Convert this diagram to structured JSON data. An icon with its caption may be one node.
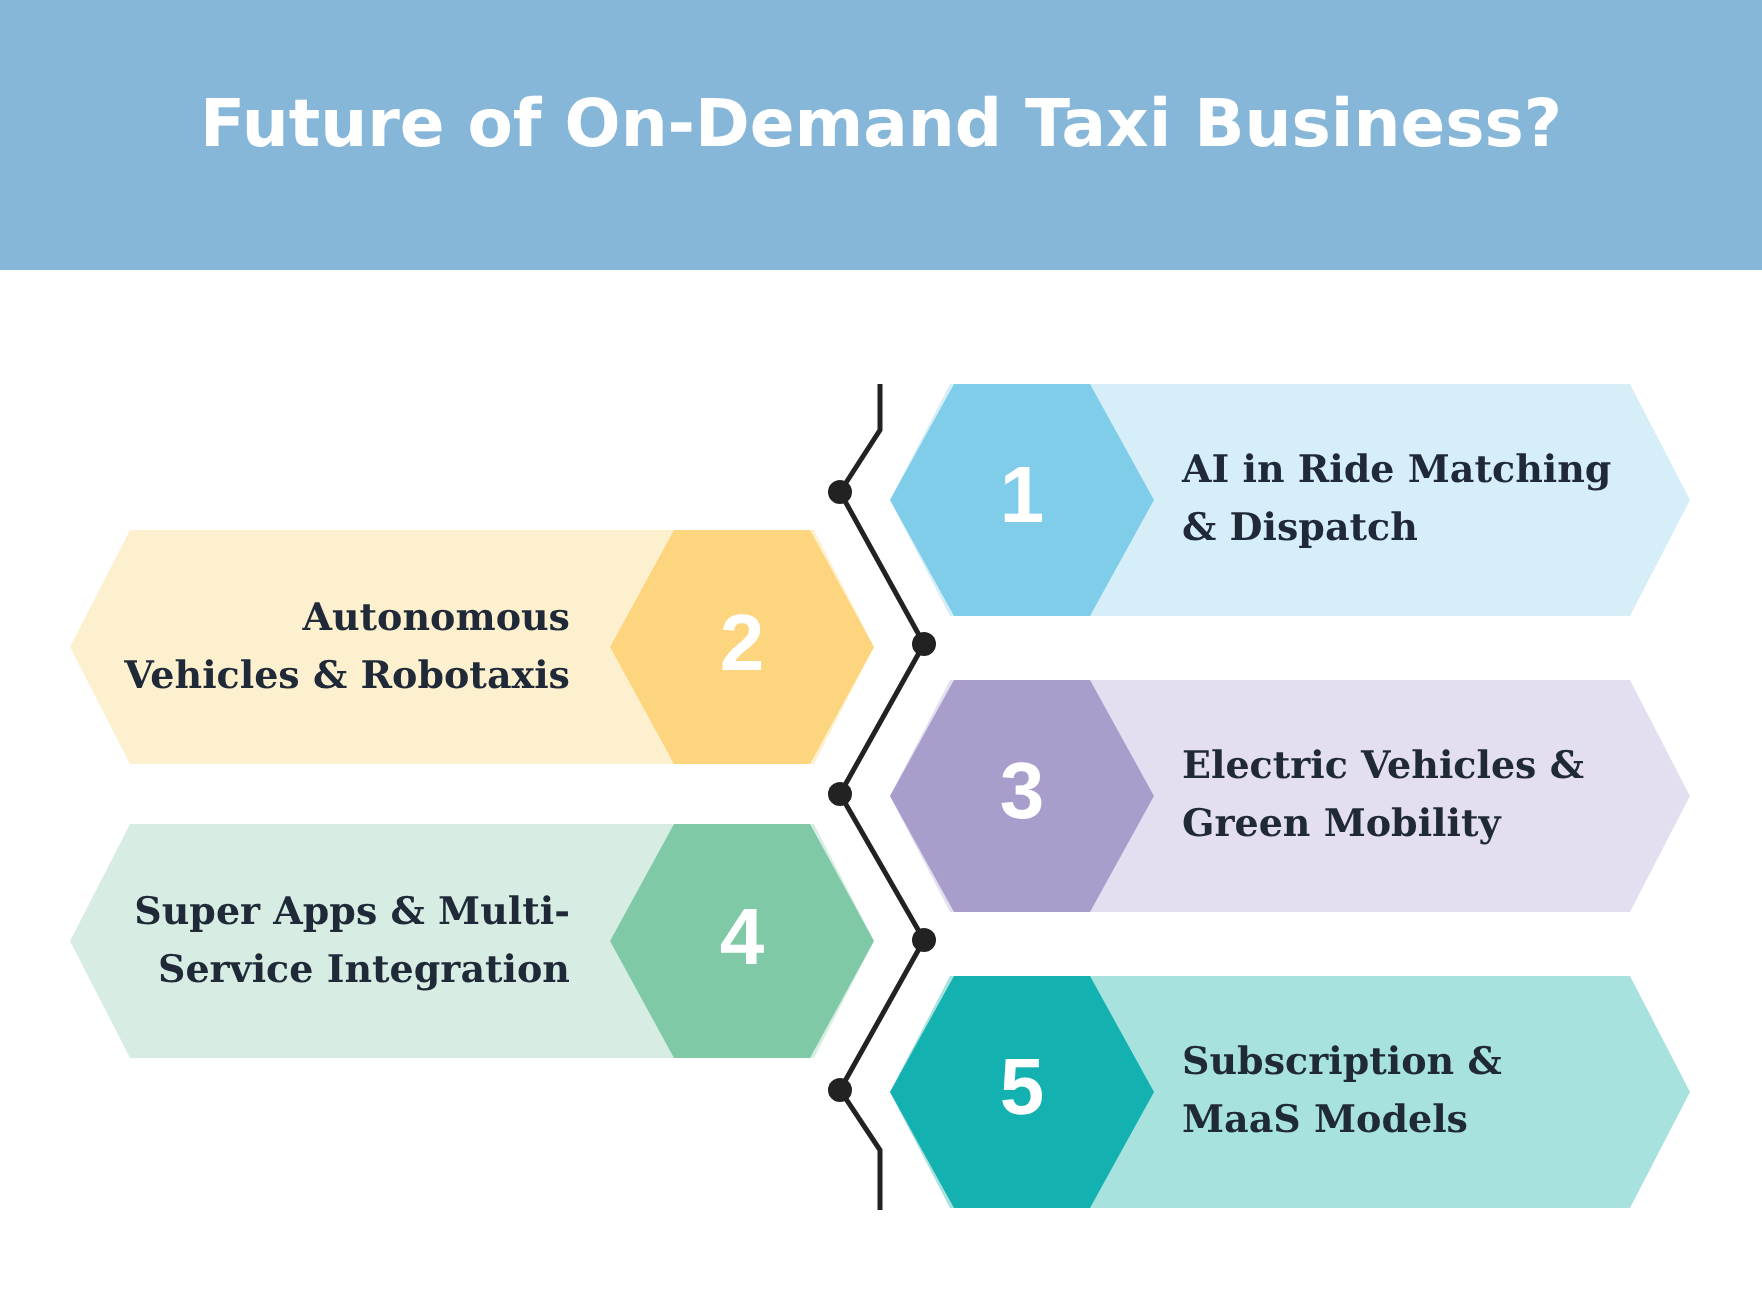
{
  "diagram": {
    "title": "Future of On-Demand Taxi Business?",
    "nodes": [
      {
        "text": [
          "AI in Ride Matching & Dispatch"
        ]
      },
      {
        "text": [
          "1"
        ],
        "in": 0
      },
      {
        "text": [
          "Autonomous Vehicles & Robotaxis"
        ]
      },
      {
        "text": [
          "2"
        ],
        "in": 2
      },
      {
        "text": [
          "Electric Vehicles & Green Mobility"
        ]
      },
      {
        "text": [
          "3"
        ],
        "in": 4
      },
      {
        "text": [
          "Super Apps & Multi-Service Integration"
        ]
      },
      {
        "text": [
          "4"
        ],
        "in": 6
      },
      {
        "text": [
          "Subscription & MaaS Models"
        ]
      },
      {
        "text": [
          "5"
        ],
        "in": 8
      }
    ],
    "edges": []
  }
}
